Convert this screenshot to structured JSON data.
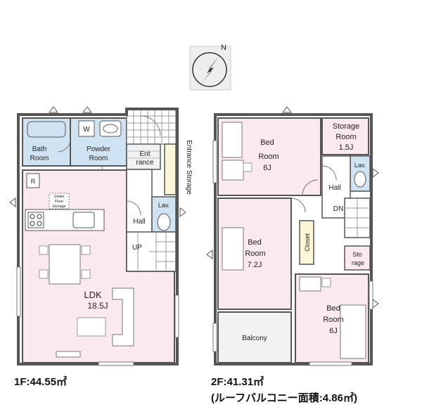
{
  "compass": {
    "north_label": "N"
  },
  "floor1": {
    "area_label": "1F:44.55㎡",
    "rooms": {
      "bath_line1": "Bath",
      "bath_line2": "Room",
      "powder_line1": "Powder",
      "powder_line2": "Room",
      "entrance_line1": "Ent",
      "entrance_line2": "rance",
      "entrance_storage": "Entrance Storage",
      "lav": "Lav.",
      "hall": "Hall",
      "up": "UP",
      "underfloor_line1": "Under",
      "underfloor_line2": "Floor",
      "underfloor_line3": "Storage",
      "ldk_name": "LDK",
      "ldk_size": "18.5J",
      "washer_mark": "W",
      "fridge_mark": "R"
    }
  },
  "floor2": {
    "area_label": "2F:41.31㎡",
    "roof_balcony_note": "(ルーフバルコニー面積:4.86㎡)",
    "rooms": {
      "bed1_line1": "Bed",
      "bed1_line2": "Room",
      "bed1_size": "6J",
      "storage_line1": "Storage",
      "storage_line2": "Room",
      "storage_size": "1.5J",
      "lav": "Lav.",
      "hall": "Hall",
      "dn": "DN",
      "bed2_line1": "Bed",
      "bed2_line2": "Room",
      "bed2_size": "7.2J",
      "closet": "Closet",
      "sto_line1": "Sto",
      "sto_line2": "rage",
      "bed3_line1": "Bed",
      "bed3_line2": "Room",
      "bed3_size": "6J",
      "balcony": "Balcony"
    }
  },
  "colors": {
    "wall": "#555555",
    "room_pink": "#fbe9f0",
    "wet_blue": "#cfe3f3",
    "floor_grey": "#f2f2f2",
    "closet_yellow": "#fbf6d5"
  }
}
